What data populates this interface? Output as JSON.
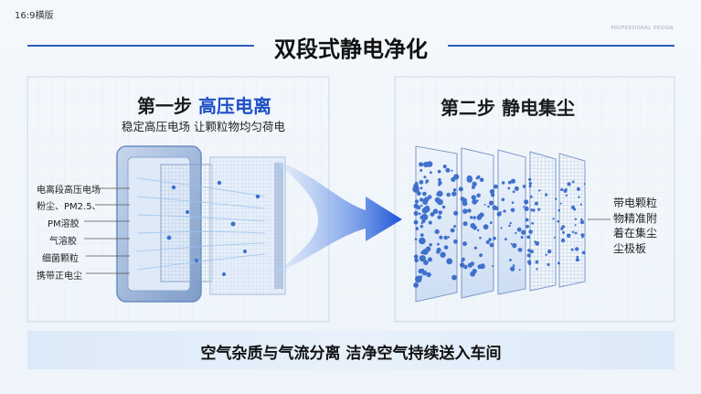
{
  "corner_label": "16:9横版",
  "design_label": "PROFESSIONAL DESIGN",
  "main_title": "双段式静电净化",
  "step1": {
    "title_prefix": "第一步",
    "title_accent": "高压电离",
    "subtitle": "稳定高压电场 让颗粒物均匀荷电",
    "labels": [
      "电离段高压电场",
      "粉尘、PM2.5、",
      "PM溶胶",
      "气溶胶",
      "细菌颗粒",
      "携带正电尘"
    ]
  },
  "step2": {
    "title": "第二步 静电集尘",
    "note_lines": [
      "带电颗粒",
      "物精准附",
      "着在集尘",
      "尘极板"
    ]
  },
  "bottom_banner": "空气杂质与气流分离 洁净空气持续送入车间",
  "colors": {
    "accent": "#1f4fc4",
    "line": "#2c5fb8",
    "particle": "#3b6fd0"
  }
}
